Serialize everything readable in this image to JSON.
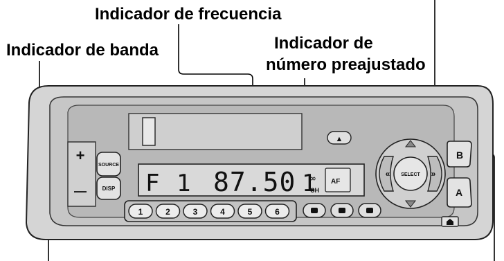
{
  "labels": {
    "frequency": "Indicador de frecuencia",
    "band": "Indicador de banda",
    "preset_line1": "Indicador de",
    "preset_line2": "número preajustado"
  },
  "display": {
    "band": "F 1",
    "frequency": "87.50",
    "preset_number": "1",
    "ch": "CH",
    "af": "AF"
  },
  "buttons": {
    "source": "SOURCE",
    "disp": "DISP",
    "plus": "+",
    "minus": "—",
    "select": "SELECT",
    "a": "A",
    "b": "B",
    "eject": "▲",
    "presets": [
      "1",
      "2",
      "3",
      "4",
      "5",
      "6"
    ]
  }
}
